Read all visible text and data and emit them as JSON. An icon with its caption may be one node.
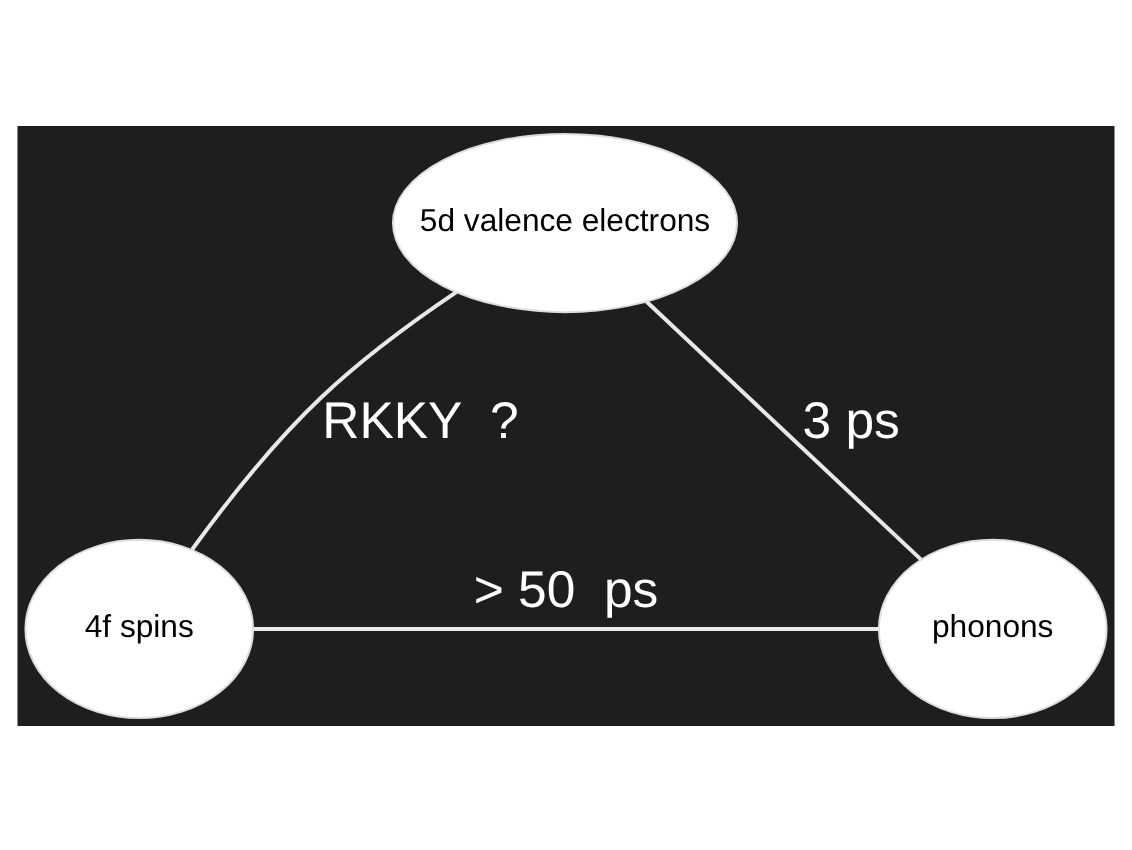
{
  "diagram": {
    "nodes": [
      {
        "text": [
          "5d valence electrons"
        ]
      },
      {
        "text": [
          "4f spins"
        ]
      },
      {
        "text": [
          "phonons"
        ]
      }
    ],
    "edges": [
      {
        "from": 0,
        "to": 1,
        "arrow": "none",
        "label": "RKKY  ?"
      },
      {
        "from": 0,
        "to": 2,
        "arrow": "none",
        "label": "3 ps"
      },
      {
        "from": 1,
        "to": 2,
        "arrow": "none",
        "label": "> 50  ps"
      }
    ]
  }
}
